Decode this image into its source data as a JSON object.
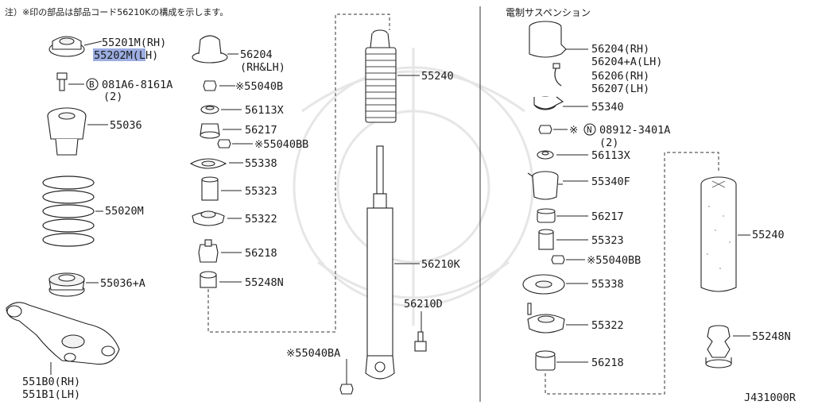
{
  "header_note": "注）※印の部品は部品コード56210Kの構成を示します。",
  "right_title": "電制サスペンション",
  "diagram_code": "J431000R",
  "highlight_color": "#7b93d8",
  "left_labels": {
    "p55201m": "55201M(RH)",
    "p55202m": "55202M(LH)",
    "bolt_code": "081A6-8161A",
    "bolt_qty": "(2)",
    "p55036": "55036",
    "p55020m": "55020M",
    "p55036a": "55036+A",
    "p551b0": "551B0(RH)",
    "p551b1": "551B1(LH)"
  },
  "mid_labels": {
    "p56204": "56204",
    "p56204_side": "(RH&LH)",
    "p55040b": "※55040B",
    "p56113x": "56113X",
    "p56217": "56217",
    "p55040bb": "※55040BB",
    "p55338": "55338",
    "p55323": "55323",
    "p55322": "55322",
    "p56218": "56218",
    "p55248n": "55248N",
    "p55240": "55240",
    "p56210k": "56210K",
    "p56210d": "56210D",
    "p55040ba": "※55040BA"
  },
  "right_labels": {
    "p56204_rh": "56204(RH)",
    "p56204a_lh": "56204+A(LH)",
    "p56206_rh": "56206(RH)",
    "p56207_lh": "56207(LH)",
    "p55340": "55340",
    "nut_prefix": "※",
    "nut_code": "08912-3401A",
    "nut_qty": "(2)",
    "p56113x": "56113X",
    "p55340f": "55340F",
    "p56217": "56217",
    "p55323": "55323",
    "p55040bb": "※55040BB",
    "p55338": "55338",
    "p55322": "55322",
    "p56218": "56218",
    "p55240": "55240",
    "p55248n": "55248N"
  }
}
